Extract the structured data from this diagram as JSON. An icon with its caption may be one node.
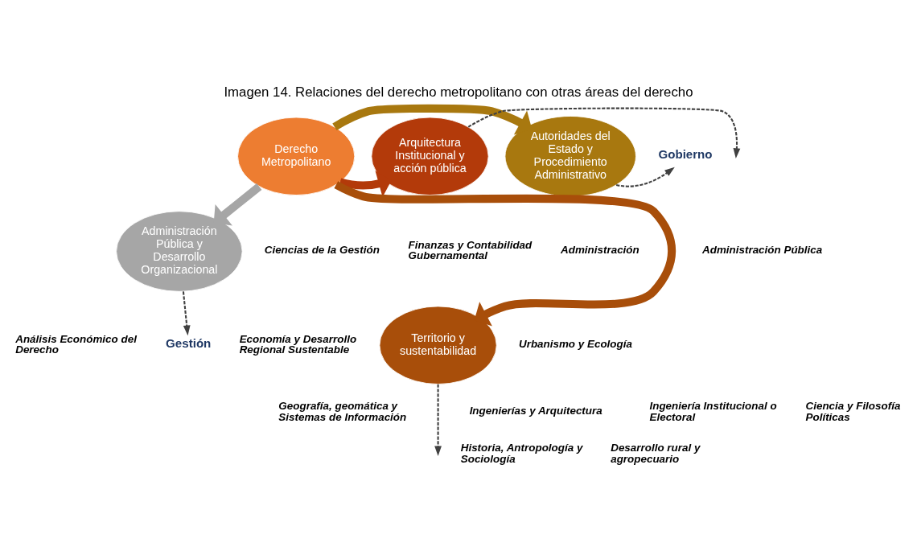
{
  "diagram": {
    "title": "Imagen 14. Relaciones del derecho metropolitano con otras áreas del derecho",
    "nodes": [
      {
        "text": [
          "Derecho Metropolitano"
        ]
      },
      {
        "text": [
          "Administración Pública y Desarrollo Organizacional"
        ]
      },
      {
        "text": [
          "Arquitectura Institucional y acción pública"
        ]
      },
      {
        "text": [
          "Autoridades del Estado y Procedimiento Administrativo"
        ]
      },
      {
        "text": [
          "Territorio y sustentabilidad"
        ]
      },
      {
        "text": [
          "Gestión"
        ]
      },
      {
        "text": [
          "Gobierno"
        ]
      }
    ],
    "edges": [
      {
        "from": 0,
        "to": 1,
        "arrow": "to",
        "style": "thick",
        "color": "#a6a6a6"
      },
      {
        "from": 0,
        "to": 2,
        "arrow": "to",
        "style": "thick",
        "color": "#b33a0a"
      },
      {
        "from": 0,
        "to": 3,
        "arrow": "to",
        "style": "thick",
        "color": "#a8780f"
      },
      {
        "from": 0,
        "to": 4,
        "arrow": "to",
        "style": "thick",
        "color": "#a84e0a"
      },
      {
        "from": 1,
        "to": 5,
        "arrow": "to",
        "style": "dashed"
      },
      {
        "from": 2,
        "to": null,
        "arrow": "to",
        "style": "dashed"
      },
      {
        "from": 3,
        "to": 6,
        "arrow": "to",
        "style": "dashed"
      },
      {
        "from": 4,
        "to": null,
        "arrow": "to",
        "style": "dashed"
      }
    ],
    "labels": [
      "Administración Pública",
      "Ciencias de la Gestión",
      "Ingeniería Institucional o Electoral",
      "Ciencia y Filosofía Políticas",
      "Finanzas y Contabilidad Gubernamental",
      "Administración",
      "Urbanismo y Ecología",
      "Análisis Económico del Derecho",
      "Economía y Desarrollo Regional Sustentable",
      "Ingenierías y Arquitectura",
      "Historia, Antropología y Sociología",
      "Geografía, geomática y Sistemas de Información",
      "Desarrollo rural y agropecuario"
    ]
  }
}
